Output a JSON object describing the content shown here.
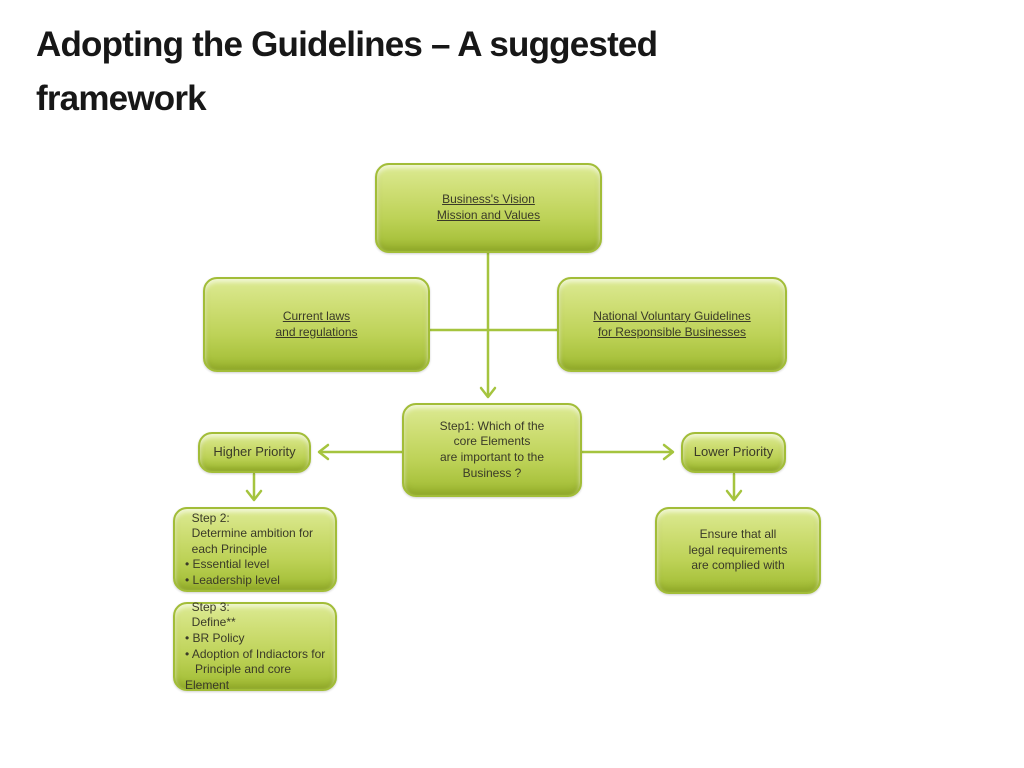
{
  "slide_title": "Adopting the Guidelines – A suggested framework",
  "diagram": {
    "nodes": {
      "vision": {
        "text": "Business's Vision\nMission and Values",
        "underline": true
      },
      "current_laws": {
        "text": "Current laws\nand regulations",
        "underline": true
      },
      "nvg": {
        "text": "National Voluntary Guidelines\nfor Responsible Businesses",
        "underline": true
      },
      "step1": {
        "text": "Step1: Which of the\ncore Elements\nare important to the\nBusiness ?",
        "underline": false
      },
      "higher_priority": {
        "text": "Higher Priority",
        "underline": false
      },
      "lower_priority": {
        "text": "Lower Priority",
        "underline": false
      },
      "step2": {
        "text": "  Step 2:\n  Determine ambition for\n  each Principle\n• Essential level\n• Leadership level",
        "underline": false
      },
      "step3": {
        "text": "  Step 3:\n  Define**\n• BR Policy\n• Adoption of Indiactors for\n   Principle and core Element",
        "underline": false
      },
      "ensure": {
        "text": "Ensure that all\nlegal requirements\nare complied with",
        "underline": false
      }
    },
    "connectors": [
      {
        "from": "vision",
        "to": "step1",
        "type": "arrow"
      },
      {
        "from": "current_laws",
        "to": "nvg",
        "type": "line"
      },
      {
        "from": "step1",
        "to": "higher_priority",
        "type": "arrow"
      },
      {
        "from": "step1",
        "to": "lower_priority",
        "type": "arrow"
      },
      {
        "from": "higher_priority",
        "to": "step2",
        "type": "arrow"
      },
      {
        "from": "lower_priority",
        "to": "ensure",
        "type": "arrow"
      }
    ],
    "colors": {
      "node_fill_top": "#dcea93",
      "node_fill_bottom": "#98b22e",
      "node_border": "#a2bd38",
      "connector": "#a5c43e",
      "node_text": "#3a3a28",
      "title_text": "#171717",
      "background": "#ffffff"
    }
  }
}
